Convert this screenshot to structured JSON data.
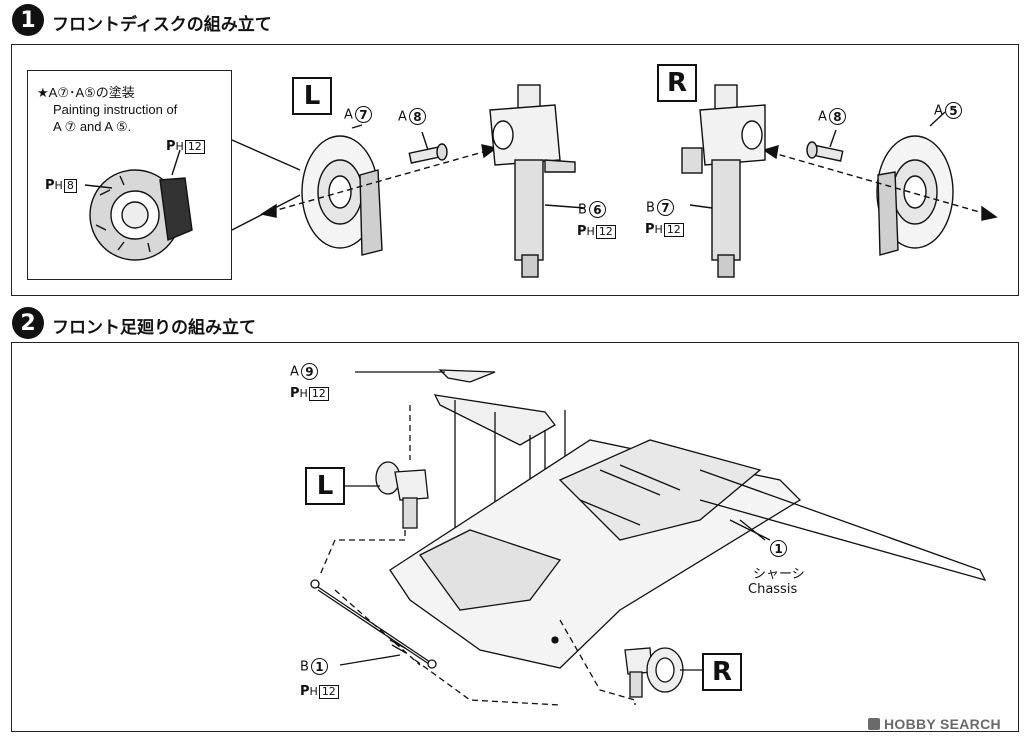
{
  "steps": [
    {
      "number": "1",
      "title": "フロントディスクの組み立て"
    },
    {
      "number": "2",
      "title": "フロント足廻りの組み立て"
    }
  ],
  "note": {
    "line1": "★A⑦･A⑤の塗装",
    "line2": "Painting instruction of",
    "line3": "A ⑦ and A ⑤."
  },
  "paint": {
    "prefix": "P",
    "sub": "H",
    "code12": "12",
    "code8": "8"
  },
  "sides": {
    "left": "L",
    "right": "R"
  },
  "parts": {
    "rotor_left": {
      "letter": "A",
      "num": "7"
    },
    "bolt_left": {
      "letter": "A",
      "num": "8"
    },
    "knuckle_left": {
      "letter": "B",
      "num": "6"
    },
    "rotor_right": {
      "letter": "A",
      "num": "5"
    },
    "bolt_right": {
      "letter": "A",
      "num": "8"
    },
    "knuckle_right": {
      "letter": "B",
      "num": "7"
    },
    "crossmember": {
      "letter": "A",
      "num": "9"
    },
    "tie_rod": {
      "letter": "B",
      "num": "1"
    },
    "chassis": {
      "num": "1",
      "ja": "シャーシ",
      "en": "Chassis"
    }
  },
  "watermark": "HOBBY SEARCH",
  "colors": {
    "ink": "#111111",
    "watermark": "#6a6a6a"
  }
}
